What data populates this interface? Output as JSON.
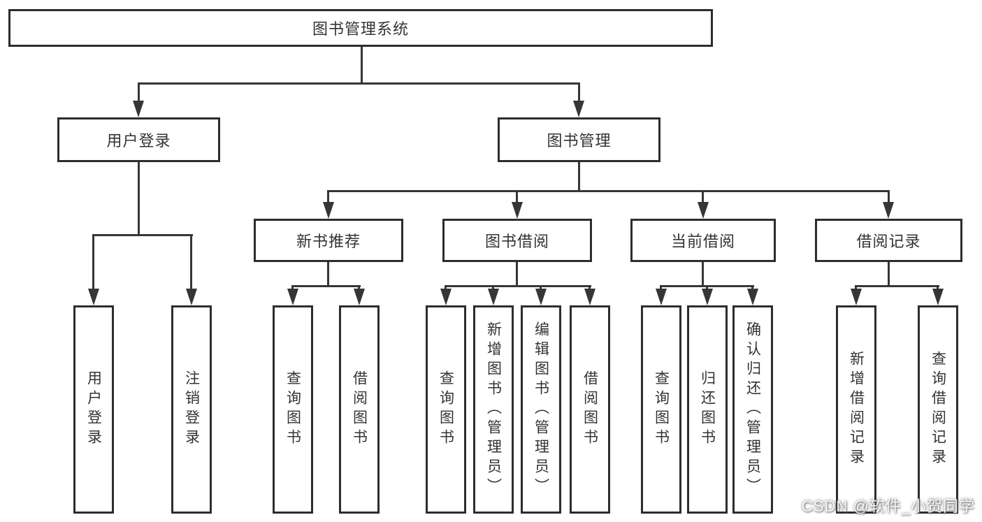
{
  "diagram": {
    "root_label": "图书管理系统",
    "level2": [
      "用户登录",
      "图书管理"
    ],
    "level3": [
      "新书推荐",
      "图书借阅",
      "当前借阅",
      "借阅记录"
    ],
    "user_login_children": [
      "用户登录",
      "注销登录"
    ],
    "recommend_children": [
      "查询图书",
      "借阅图书"
    ],
    "borrow_children": [
      "查询图书",
      "新增图书（管理员）",
      "编辑图书（管理员）",
      "借阅图书"
    ],
    "current_children": [
      "查询图书",
      "归还图书",
      "确认归还（管理员）"
    ],
    "record_children": [
      "新增借阅记录",
      "查询借阅记录"
    ]
  },
  "watermark": "CSDN @软件_小贺同学",
  "colors": {
    "line": "#363636",
    "box_border": "#2d2d2d",
    "text": "#333333",
    "background": "#ffffff",
    "watermark": "#cccccc"
  }
}
